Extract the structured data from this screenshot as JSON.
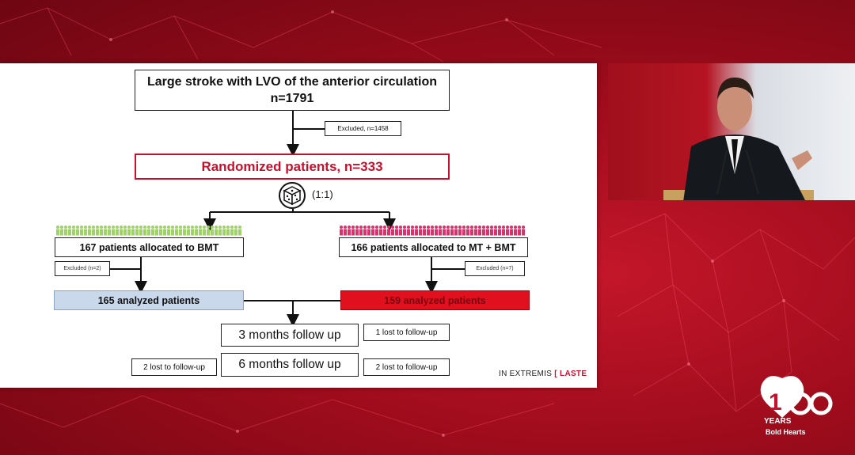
{
  "flowchart": {
    "top_box": {
      "line1": "Large stroke with LVO of the anterior circulation",
      "line2": "n=1791"
    },
    "excluded_top": "Excluded, n=1458",
    "randomized": "Randomized patients, n=333",
    "ratio": "(1:1)",
    "arm_bmt": "167 patients allocated to BMT",
    "arm_mt": "166 patients allocated to MT + BMT",
    "excluded_bmt": "Excluded (n=2)",
    "excluded_mt": "Excluded (n=7)",
    "analyzed_bmt": "165 analyzed patients",
    "analyzed_mt": "159 analyzed patients",
    "followup_3": "3 months follow up",
    "followup_6": "6 months follow up",
    "lost_3": "1 lost to follow-up",
    "lost_6_left": "2 lost to follow-up",
    "lost_6_right": "2 lost to follow-up"
  },
  "trial_logo": {
    "text": "IN EXTREMIS",
    "bracket": "[",
    "brand": "LASTE"
  },
  "aha_logo": {
    "years": "YEARS",
    "tagline": "Bold Hearts"
  },
  "colors": {
    "red": "#c8102e",
    "blue_box": "#c9d8ea",
    "green_people": "#9fd36a",
    "pink_people": "#d6336c"
  }
}
